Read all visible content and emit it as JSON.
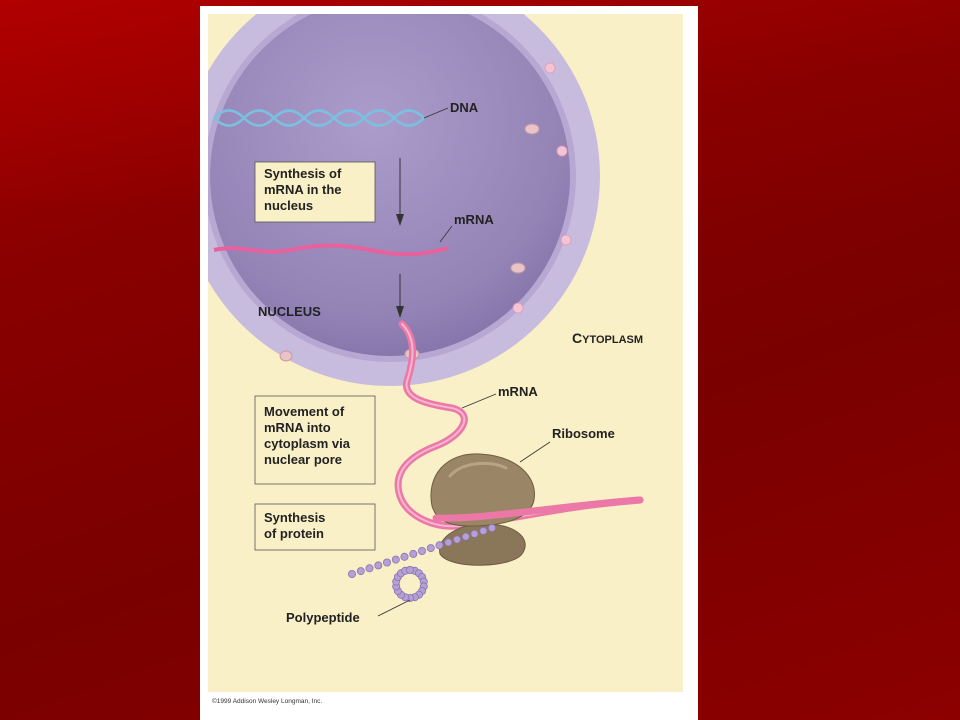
{
  "labels": {
    "dna": "DNA",
    "mrna_nucleus": "mRNA",
    "nucleus": "NUCLEUS",
    "cytoplasm_c": "C",
    "cytoplasm_rest": "YTOPLASM",
    "mrna_cytoplasm": "mRNA",
    "ribosome": "Ribosome",
    "polypeptide": "Polypeptide"
  },
  "steps": [
    {
      "lines": [
        "Synthesis of",
        "mRNA in the",
        "nucleus"
      ]
    },
    {
      "lines": [
        "Movement of",
        "mRNA into",
        "cytoplasm via",
        "nuclear pore"
      ]
    },
    {
      "lines": [
        "Synthesis",
        "of protein"
      ]
    }
  ],
  "copyright": "©1999 Addison Wesley Longman, Inc.",
  "colors": {
    "slide_background": "#8a0000",
    "cytoplasm": "#faf0c8",
    "nucleus_interior": "#9c8cbc",
    "nuclear_envelope": "#c4b8dc",
    "dna": "#7cc0e0",
    "mrna": "#e8609c",
    "ribosome": "#8a7658",
    "polypeptide": "#b4a0d4"
  }
}
